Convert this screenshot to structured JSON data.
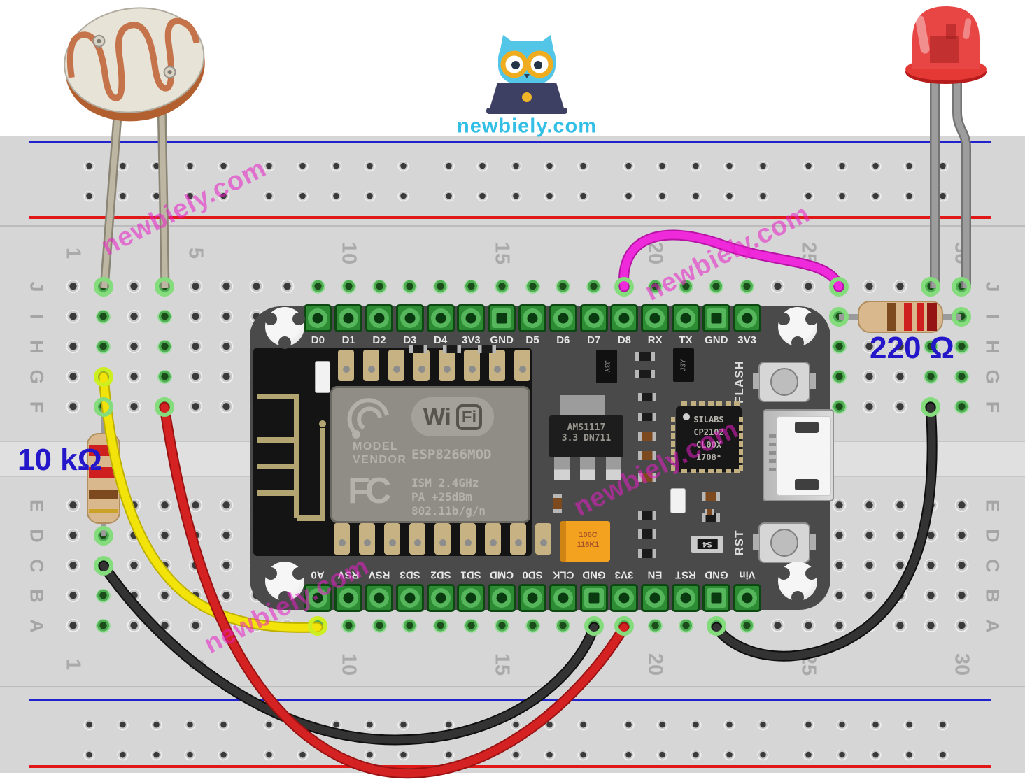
{
  "logo": {
    "text": "newbiely.com"
  },
  "watermark": {
    "text": "newbiely.com"
  },
  "annotations": {
    "photoresistor_resistor": "10 kΩ",
    "led_resistor": "220 Ω"
  },
  "breadboard": {
    "row_letters": [
      "J",
      "I",
      "H",
      "G",
      "F",
      "E",
      "D",
      "C",
      "B",
      "A"
    ],
    "column_numbers": [
      1,
      5,
      10,
      15,
      20,
      25,
      30
    ]
  },
  "nodemcu": {
    "top_pins": [
      "D0",
      "D1",
      "D2",
      "D3",
      "D4",
      "3V3",
      "GND",
      "D5",
      "D6",
      "D7",
      "D8",
      "RX",
      "TX",
      "GND",
      "3V3"
    ],
    "bottom_pins": [
      "A0",
      "RSV",
      "RSV",
      "SD3",
      "SD2",
      "SD1",
      "CMD",
      "SD0",
      "CLK",
      "GND",
      "3V3",
      "EN",
      "RST",
      "GND",
      "Vin"
    ],
    "shield": {
      "wi": "Wi",
      "fi": "Fi",
      "model": "MODEL",
      "vendor": "VENDOR",
      "module": "ESP8266MOD",
      "fcc": "FC",
      "spec1": "ISM 2.4GHz",
      "spec2": "PA  +25dBm",
      "spec3": "802.11b/g/n"
    },
    "regulator": [
      "AMS1117",
      "3.3  DN711"
    ],
    "usb_chip": [
      "SILABS",
      "CP2102",
      "CL00X",
      "1708*"
    ],
    "buttons": {
      "flash": "FLASH",
      "reset": "RST"
    },
    "capacitor": [
      "106C",
      "116K1"
    ],
    "transistor": "J3Y",
    "smd": "S4"
  },
  "wire_colors": {
    "signal_magenta": "#ee2ada",
    "power_red": "#d42222",
    "ground_black": "#2e2e2e",
    "analog_yellow": "#f2e40a"
  }
}
